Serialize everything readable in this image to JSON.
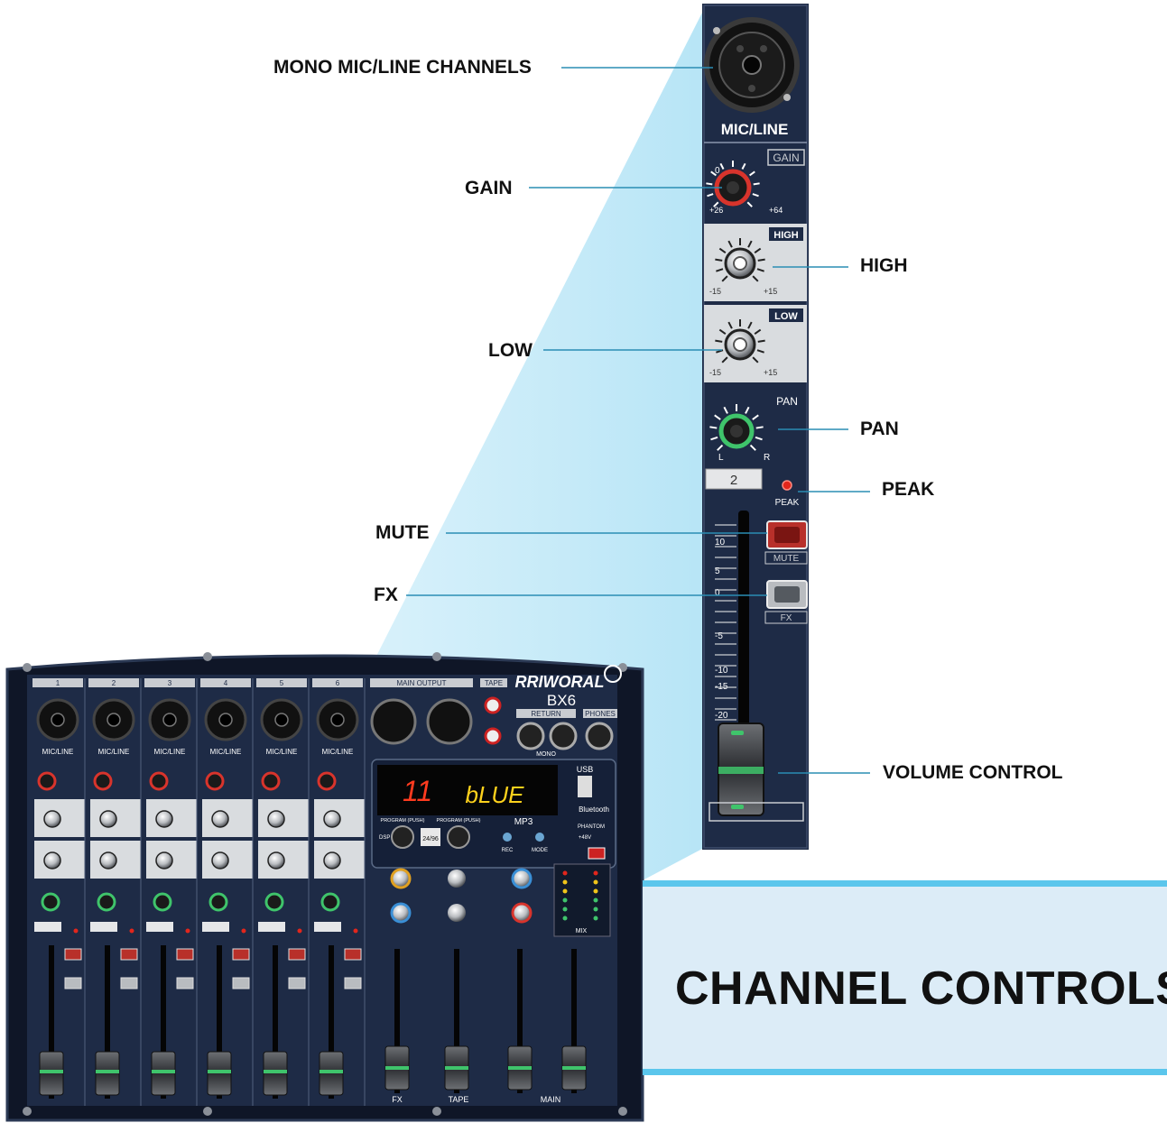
{
  "callouts": {
    "mono_mic_line": "MONO MIC/LINE CHANNELS",
    "gain": "GAIN",
    "high": "HIGH",
    "low": "LOW",
    "pan": "PAN",
    "peak": "PEAK",
    "mute": "MUTE",
    "fx": "FX",
    "volume_control": "VOLUME CONTROL"
  },
  "banner": {
    "title": "CHANNEL CONTROLS"
  },
  "strip": {
    "jack_label": "MIC/LINE",
    "gain_label": "GAIN",
    "gain_min": "0",
    "gain_range_left": "+26",
    "gain_range_right": "+64",
    "high_label": "HIGH",
    "low_label": "LOW",
    "eq_min": "-15",
    "eq_max": "+15",
    "pan_label": "PAN",
    "pan_left": "L",
    "pan_right": "R",
    "channel_number": "2",
    "peak_label": "PEAK",
    "mute_label": "MUTE",
    "fx_label": "FX",
    "fader_scale": [
      "10",
      "5",
      "0",
      "-5",
      "-10",
      "-15",
      "-20"
    ]
  },
  "mixer": {
    "brand": "RRIWORAL",
    "model": "BX6",
    "channel_numbers": [
      "1",
      "2",
      "3",
      "4",
      "5",
      "6"
    ],
    "main_output": "MAIN OUTPUT",
    "tape": "TAPE",
    "return": "RETURN",
    "phones": "PHONES",
    "mono": "MONO",
    "display_track": "11",
    "display_text": "bLUE",
    "usb": "USB",
    "bluetooth": "Bluetooth",
    "mp3": "MP3",
    "program_push": "PROGRAM (PUSH)",
    "dsp": "DSP",
    "bitrate": "24/96",
    "rec": "REC",
    "mode": "MODE",
    "phantom": "PHANTOM",
    "phantom_voltage": "+48V",
    "mix": "MIX",
    "fader_fx": "FX",
    "fader_tape": "TAPE",
    "fader_main": "MAIN"
  },
  "colors": {
    "panel": "#1e2b46",
    "panel_dark": "#0f1627",
    "accent_blue": "#5bc6ec",
    "gain_knob": "#d8342c",
    "pan_knob": "#3fc46b",
    "eq_panel": "#d9dcdf"
  }
}
